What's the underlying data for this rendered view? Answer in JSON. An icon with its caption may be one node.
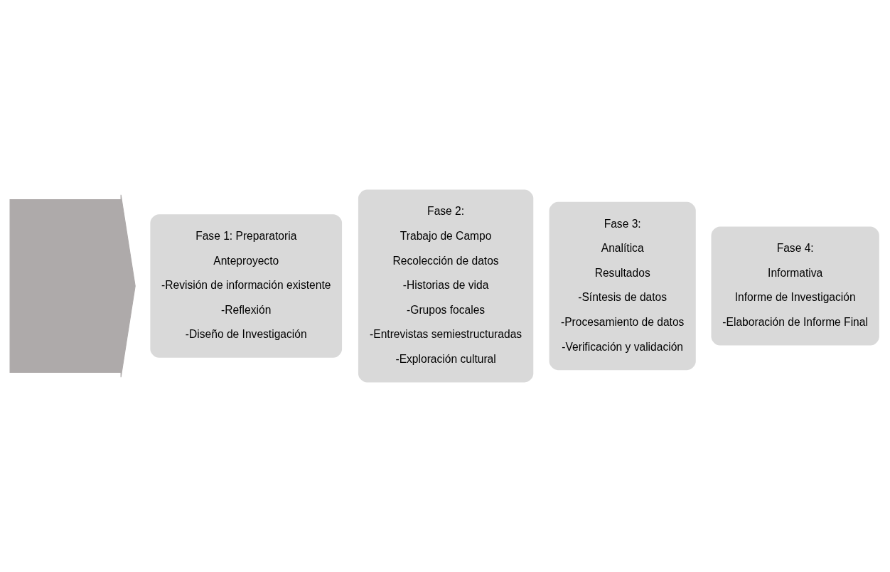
{
  "diagram": {
    "nodes": [
      {
        "text": [],
        "shape": "arrow"
      },
      {
        "text": [
          "Fase 1: Preparatoria",
          "Anteproyecto",
          "-Revisión de información existente",
          "-Reflexión",
          "-Diseño de Investigación"
        ]
      },
      {
        "text": [
          "Fase 2:",
          "Trabajo de Campo",
          "Recolección de datos",
          "-Historias de vida",
          "-Grupos focales",
          "-Entrevistas semiestructuradas",
          "-Exploración cultural"
        ]
      },
      {
        "text": [
          "Fase 3:",
          "Analítica",
          "Resultados",
          "-Síntesis de datos",
          "-Procesamiento de datos",
          "-Verificación y validación"
        ]
      },
      {
        "text": [
          "Fase 4:",
          "Informativa",
          "Informe de Investigación",
          "-Elaboración de Informe Final"
        ]
      }
    ]
  }
}
